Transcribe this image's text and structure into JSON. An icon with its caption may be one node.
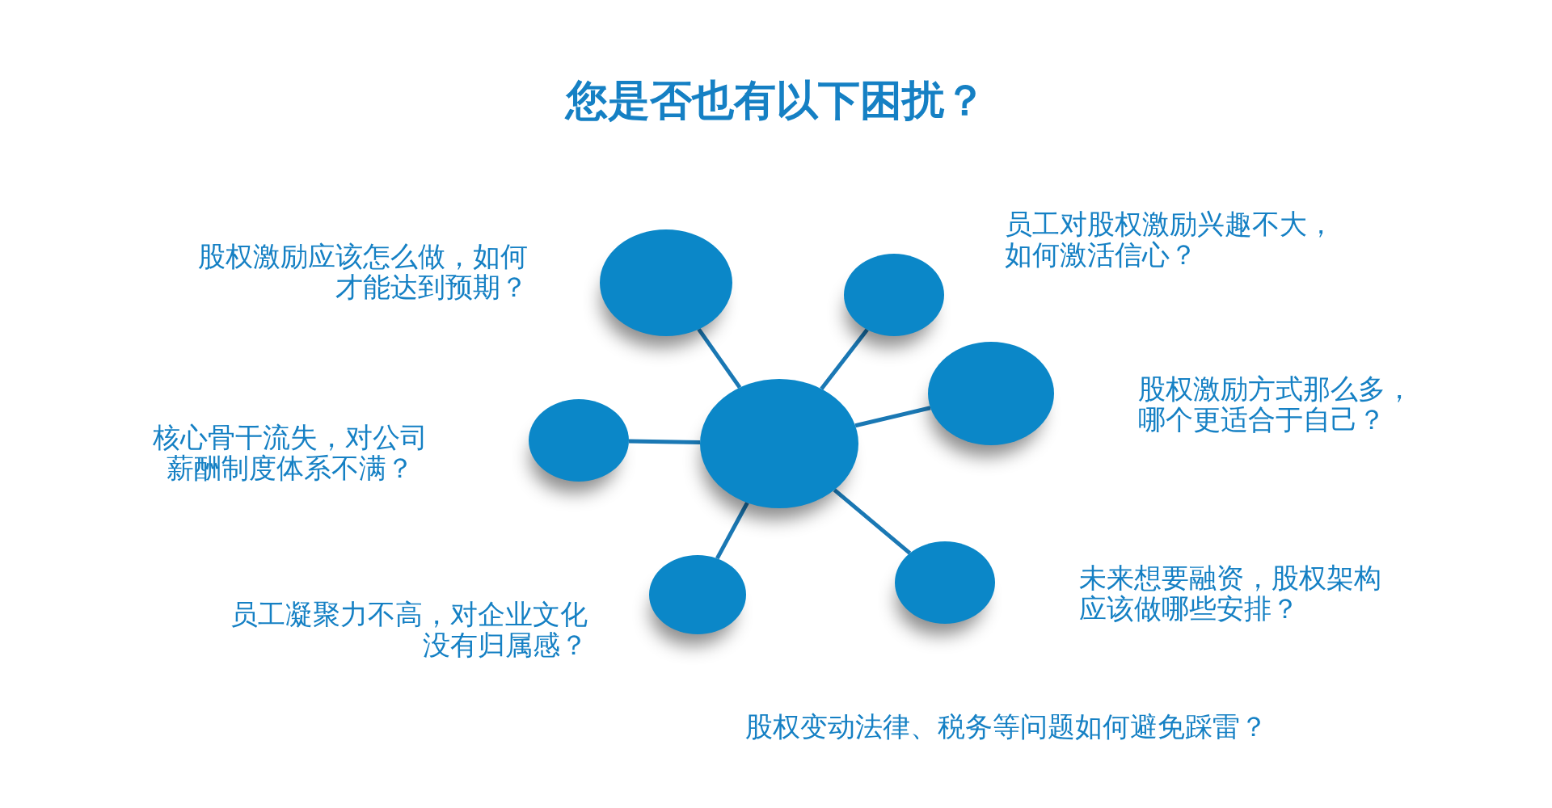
{
  "diagram": {
    "title": "您是否也有以下困扰？",
    "nodes": [
      {
        "text": [],
        "shape": "circle"
      },
      {
        "text": [],
        "shape": "circle"
      },
      {
        "text": [],
        "shape": "circle"
      },
      {
        "text": [],
        "shape": "circle"
      },
      {
        "text": [],
        "shape": "circle"
      },
      {
        "text": [],
        "shape": "circle"
      },
      {
        "text": [],
        "shape": "circle"
      }
    ],
    "edges": [
      {
        "from": 4,
        "to": 0,
        "arrow": "none"
      },
      {
        "from": 4,
        "to": 1,
        "arrow": "none"
      },
      {
        "from": 4,
        "to": 2,
        "arrow": "none"
      },
      {
        "from": 4,
        "to": 3,
        "arrow": "none"
      },
      {
        "from": 4,
        "to": 5,
        "arrow": "none"
      },
      {
        "from": 4,
        "to": 6,
        "arrow": "none"
      }
    ],
    "labels": [
      "员工对股权激励兴趣不大，如何激活信心？",
      "股权激励应该怎么做，如何才能达到预期？",
      "股权激励方式那么多，哪个更适合于自己？",
      "核心骨干流失，对公司薪酬制度体系不满？",
      "未来想要融资，股权架构应该做哪些安排？",
      "员工凝聚力不高，对企业文化没有归属感？",
      "股权变动法律、税务等问题如何避免踩雷？"
    ]
  }
}
